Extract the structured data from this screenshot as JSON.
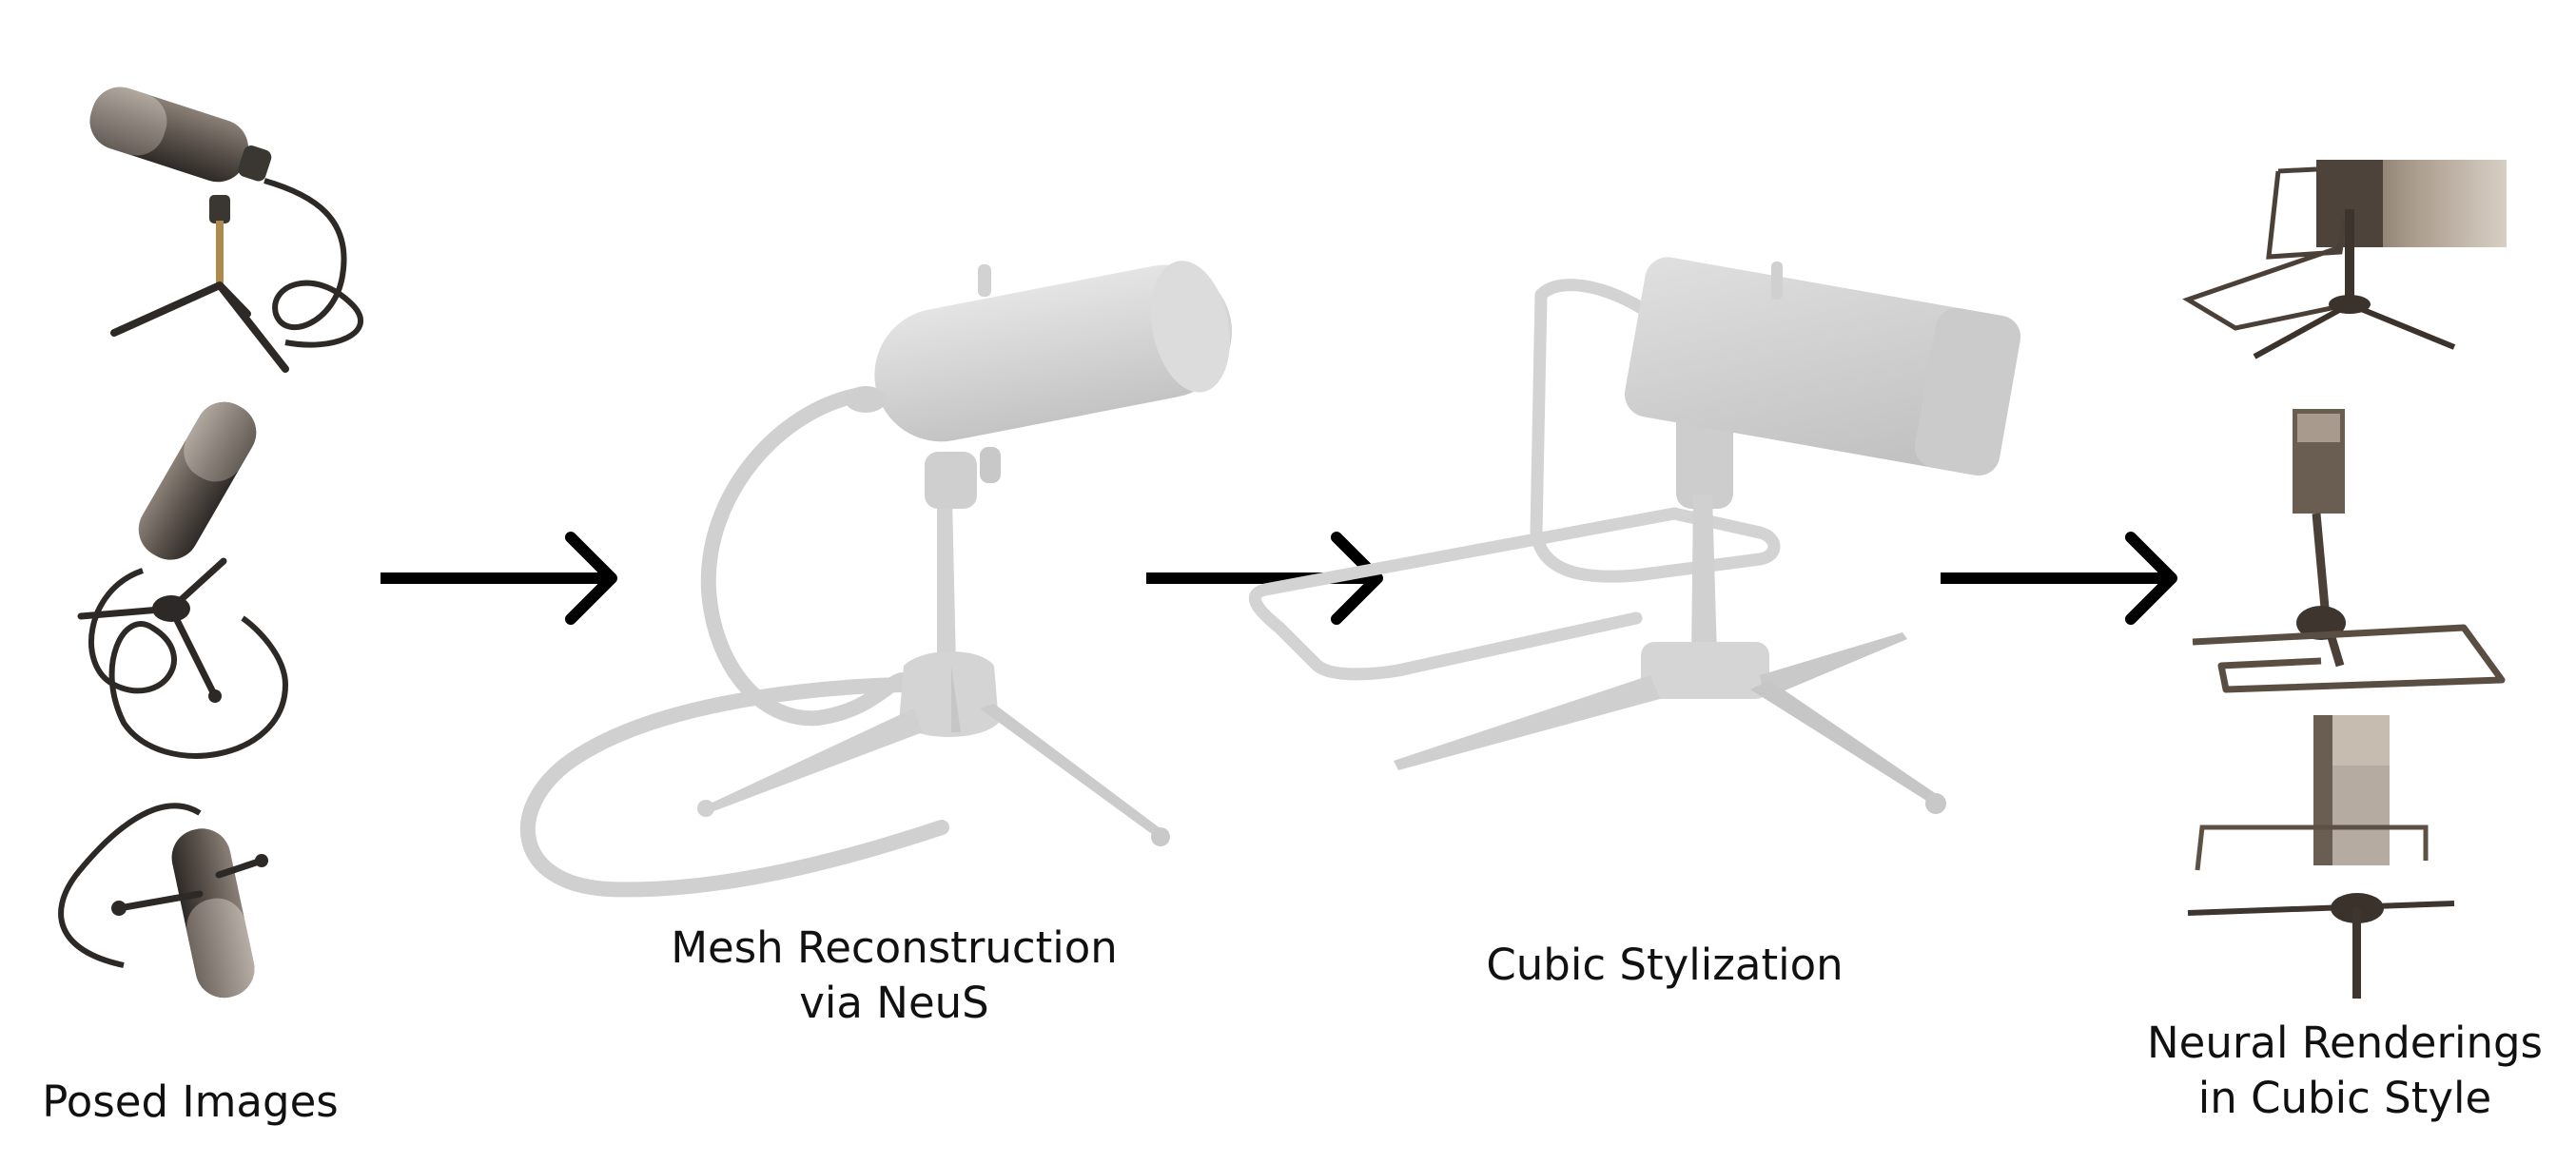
{
  "stages": {
    "posed_images": {
      "label": "Posed Images"
    },
    "mesh_reconstruction": {
      "label_line1": "Mesh Reconstruction",
      "label_line2": "via NeuS"
    },
    "cubic_stylization": {
      "label": "Cubic Stylization"
    },
    "neural_renderings": {
      "label_line1": "Neural Renderings",
      "label_line2": "in Cubic Style"
    }
  },
  "colors": {
    "arrow": "#000000",
    "mesh_gray": "#d6d6d6",
    "mesh_shade": "#b9b9b9",
    "metal_dark": "#3a3632",
    "metal_mid": "#6b625a",
    "metal_light": "#a89c90",
    "brass": "#b08a4a",
    "cable": "#2d2926"
  },
  "icons": [
    "arrow-right-icon",
    "microphone-photo",
    "microphone-mesh",
    "microphone-cubic-mesh",
    "microphone-cubic-render"
  ]
}
